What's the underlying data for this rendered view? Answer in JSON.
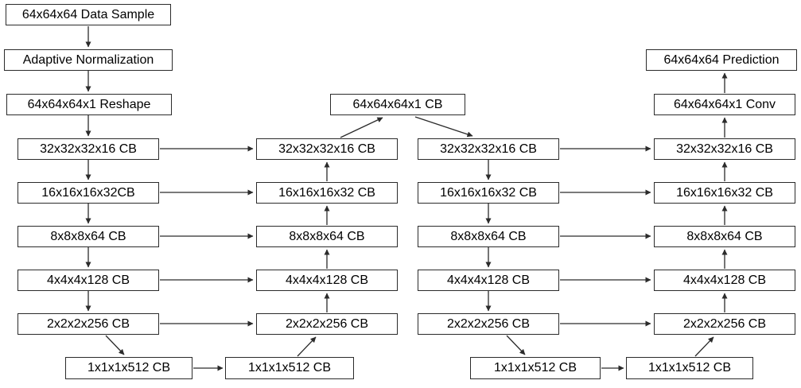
{
  "diagram": {
    "stroke_color": "#2b2b2b",
    "box_fill": "#ffffff",
    "nodes": {
      "data_sample": "64x64x64 Data Sample",
      "adaptive_normalization": "Adaptive Normalization",
      "reshape": "64x64x64x1 Reshape",
      "enc1_cb32": "32x32x32x16 CB",
      "enc1_cb16": "16x16x16x32CB",
      "enc1_cb8": "8x8x8x64 CB",
      "enc1_cb4": "4x4x4x128 CB",
      "enc1_cb2": "2x2x2x256 CB",
      "enc1_cb1": "1x1x1x512 CB",
      "dec1_cb64": "64x64x64x1 CB",
      "dec1_cb32": "32x32x32x16 CB",
      "dec1_cb16": "16x16x16x32 CB",
      "dec1_cb8": "8x8x8x64 CB",
      "dec1_cb4": "4x4x4x128 CB",
      "dec1_cb2": "2x2x2x256 CB",
      "dec1_cb1": "1x1x1x512 CB",
      "enc2_cb32": "32x32x32x16 CB",
      "enc2_cb16": "16x16x16x32 CB",
      "enc2_cb8": "8x8x8x64 CB",
      "enc2_cb4": "4x4x4x128 CB",
      "enc2_cb2": "2x2x2x256 CB",
      "enc2_cb1": "1x1x1x512 CB",
      "prediction": "64x64x64 Prediction",
      "conv": "64x64x64x1 Conv",
      "dec2_cb32": "32x32x32x16 CB",
      "dec2_cb16": "16x16x16x32 CB",
      "dec2_cb8": "8x8x8x64 CB",
      "dec2_cb4": "4x4x4x128 CB",
      "dec2_cb2": "2x2x2x256 CB",
      "dec2_cb1": "1x1x1x512 CB"
    }
  }
}
